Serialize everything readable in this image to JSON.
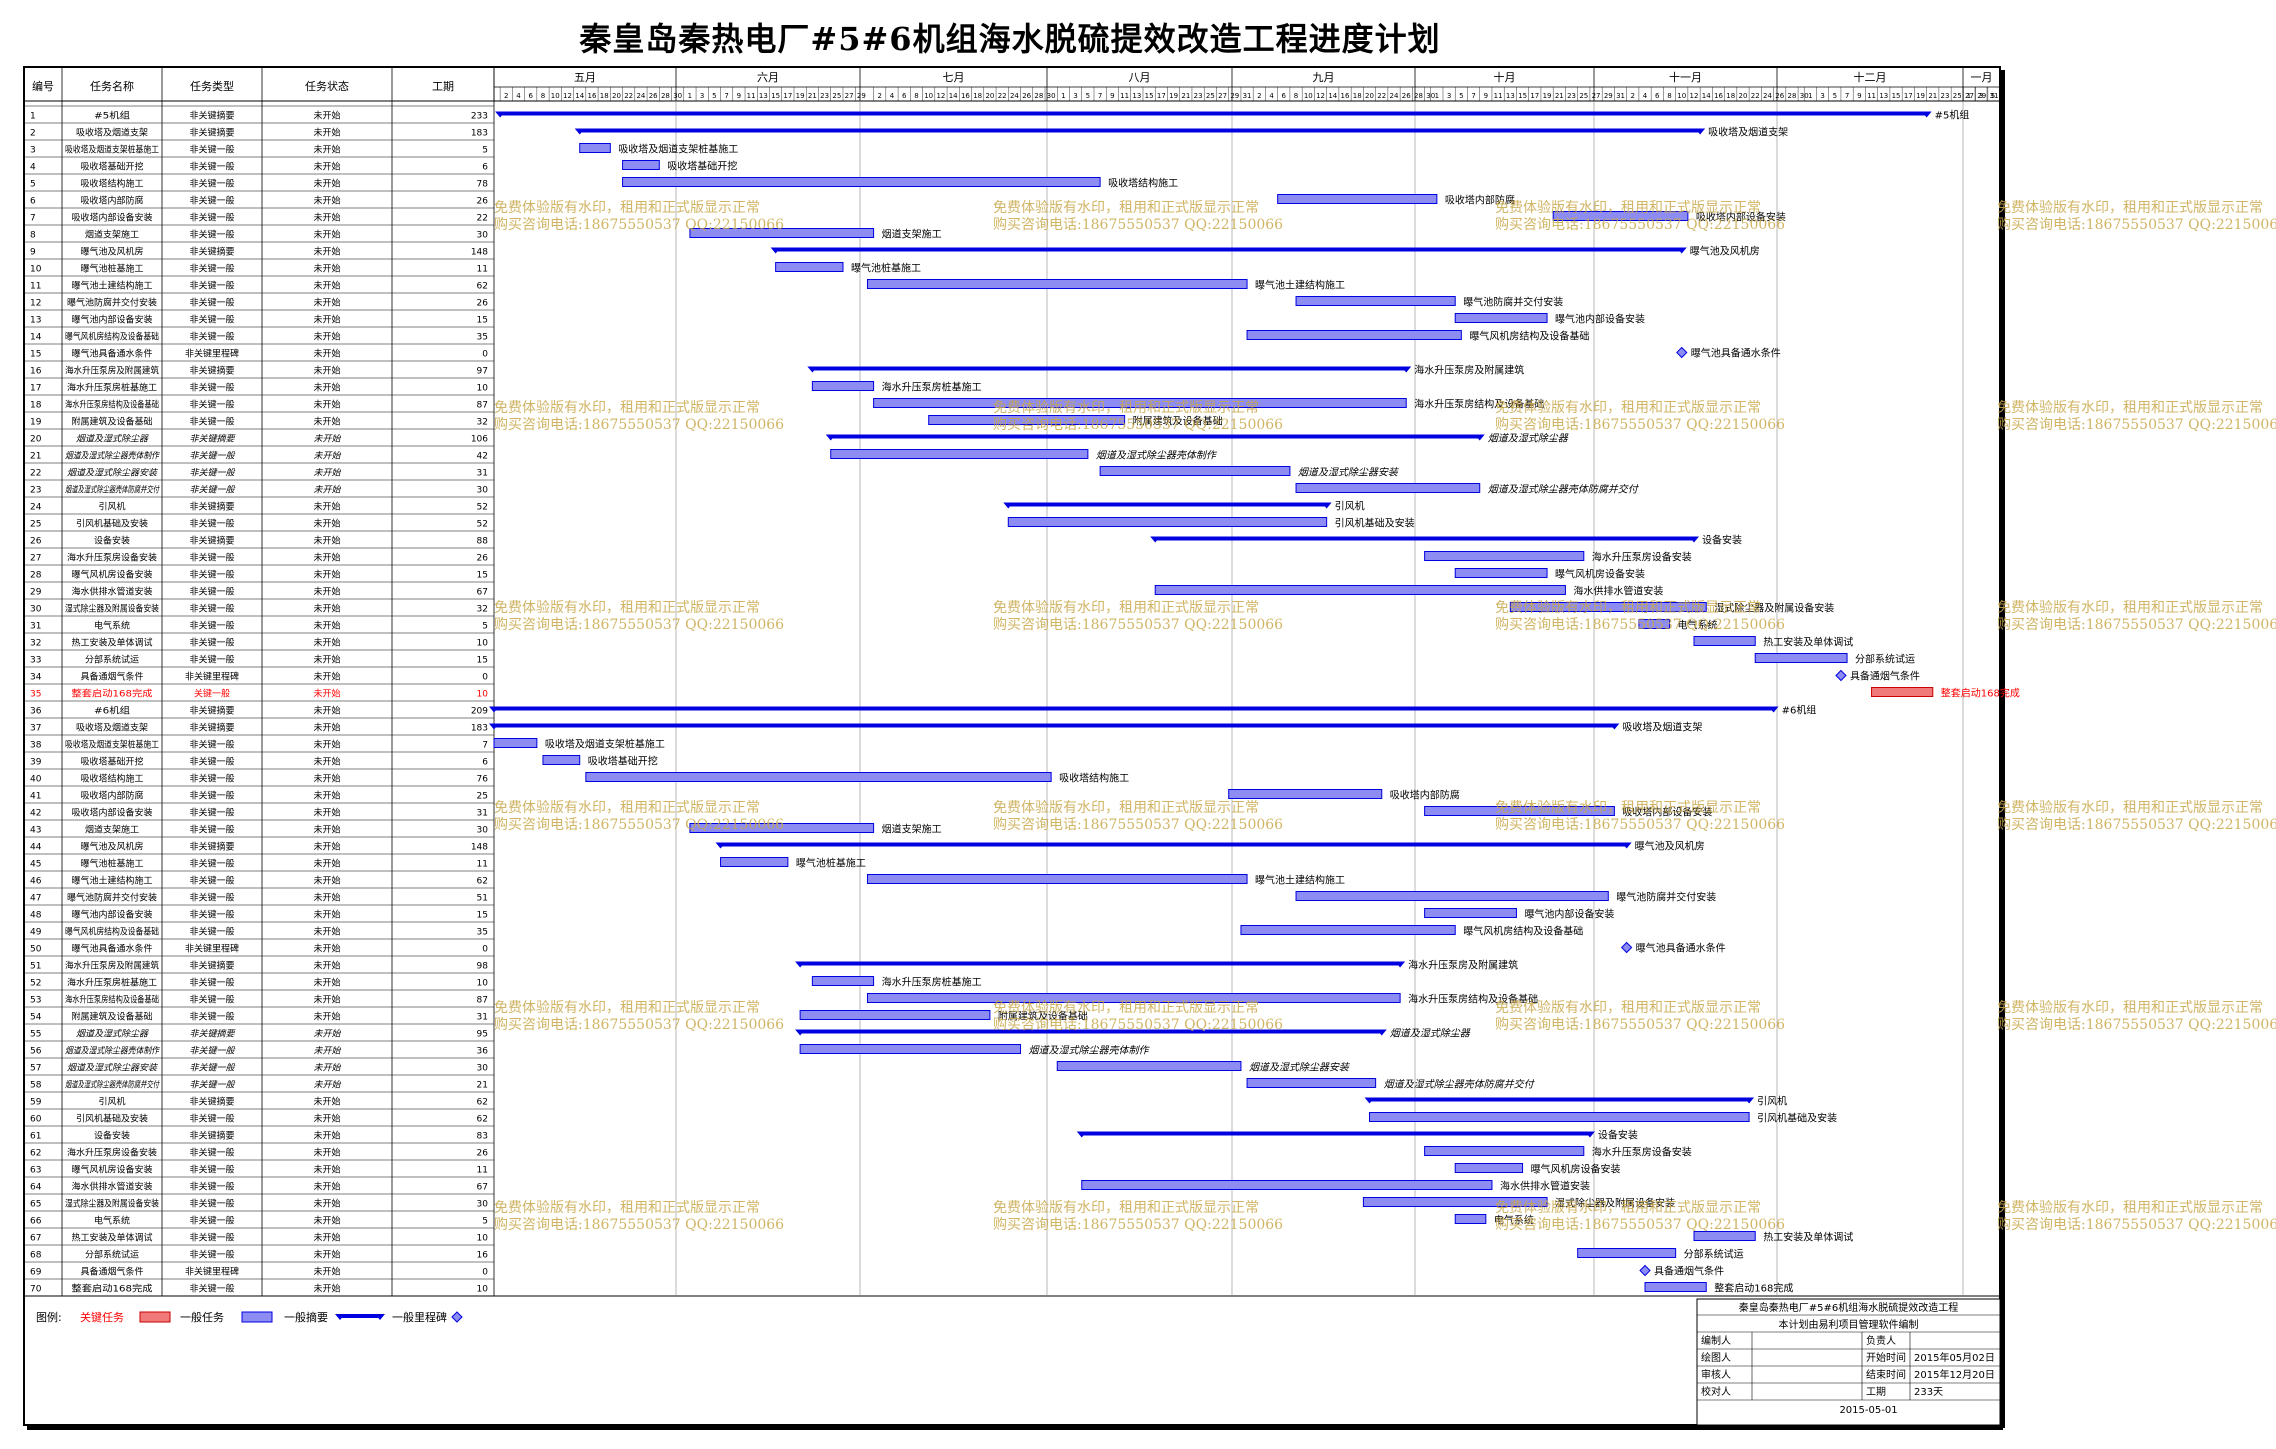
{
  "title": "秦皇岛秦热电厂#5#6机组海水脱硫提效改造工程进度计划",
  "columns": [
    "编号",
    "任务名称",
    "任务类型",
    "任务状态",
    "工期"
  ],
  "months": [
    "五月",
    "六月",
    "七月",
    "八月",
    "九月",
    "十月",
    "十一月",
    "十二月",
    "一月"
  ],
  "start_date_label": "2015-05-01",
  "legend": {
    "label": "图例:",
    "items": [
      "关键任务",
      "一般任务",
      "一般摘要",
      "一般里程碑"
    ]
  },
  "watermark": {
    "line1": "免费体验版有水印，租用和正式版显示正常",
    "line2": "购买咨询电话:18675550537 QQ:22150066"
  },
  "info_box": {
    "title": "秦皇岛秦热电厂#5#6机组海水脱硫提效改造工程",
    "subtitle": "本计划由易利项目管理软件编制",
    "rows": [
      [
        "编制人",
        "",
        "负责人",
        ""
      ],
      [
        "绘图人",
        "",
        "开始时间",
        "2015年05月02日"
      ],
      [
        "审核人",
        "",
        "结束时间",
        "2015年12月20日"
      ],
      [
        "校对人",
        "",
        "工期",
        "233天"
      ]
    ],
    "footer": "2015-05-01"
  },
  "tasks": [
    {
      "id": "1",
      "name": "#5机组",
      "type": "非关键摘要",
      "status": "未开始",
      "dur": "233",
      "kind": "summary",
      "s": 1,
      "e": 234,
      "label": "#5机组"
    },
    {
      "id": "2",
      "name": "吸收塔及烟道支架",
      "type": "非关键摘要",
      "status": "未开始",
      "dur": "183",
      "kind": "summary",
      "s": 14,
      "e": 197,
      "label": "吸收塔及烟道支架"
    },
    {
      "id": "3",
      "name": "吸收塔及烟道支架桩基施工",
      "type": "非关键一般",
      "status": "未开始",
      "dur": "5",
      "kind": "task",
      "s": 14,
      "e": 19,
      "label": "吸收塔及烟道支架桩基施工"
    },
    {
      "id": "4",
      "name": "吸收塔基础开挖",
      "type": "非关键一般",
      "status": "未开始",
      "dur": "6",
      "kind": "task",
      "s": 21,
      "e": 27,
      "label": "吸收塔基础开挖"
    },
    {
      "id": "5",
      "name": "吸收塔结构施工",
      "type": "非关键一般",
      "status": "未开始",
      "dur": "78",
      "kind": "task",
      "s": 21,
      "e": 99,
      "label": "吸收塔结构施工"
    },
    {
      "id": "6",
      "name": "吸收塔内部防腐",
      "type": "非关键一般",
      "status": "未开始",
      "dur": "26",
      "kind": "task",
      "s": 128,
      "e": 154,
      "label": "吸收塔内部防腐"
    },
    {
      "id": "7",
      "name": "吸收塔内部设备安装",
      "type": "非关键一般",
      "status": "未开始",
      "dur": "22",
      "kind": "task",
      "s": 173,
      "e": 195,
      "label": "吸收塔内部设备安装"
    },
    {
      "id": "8",
      "name": "烟道支架施工",
      "type": "非关键一般",
      "status": "未开始",
      "dur": "30",
      "kind": "task",
      "s": 32,
      "e": 62,
      "label": "烟道支架施工"
    },
    {
      "id": "9",
      "name": "曝气池及风机房",
      "type": "非关键摘要",
      "status": "未开始",
      "dur": "148",
      "kind": "summary",
      "s": 46,
      "e": 194,
      "label": "曝气池及风机房"
    },
    {
      "id": "10",
      "name": "曝气池桩基施工",
      "type": "非关键一般",
      "status": "未开始",
      "dur": "11",
      "kind": "task",
      "s": 46,
      "e": 57,
      "label": "曝气池桩基施工"
    },
    {
      "id": "11",
      "name": "曝气池土建结构施工",
      "type": "非关键一般",
      "status": "未开始",
      "dur": "62",
      "kind": "task",
      "s": 61,
      "e": 123,
      "label": "曝气池土建结构施工"
    },
    {
      "id": "12",
      "name": "曝气池防腐并交付安装",
      "type": "非关键一般",
      "status": "未开始",
      "dur": "26",
      "kind": "task",
      "s": 131,
      "e": 157,
      "label": "曝气池防腐并交付安装"
    },
    {
      "id": "13",
      "name": "曝气池内部设备安装",
      "type": "非关键一般",
      "status": "未开始",
      "dur": "15",
      "kind": "task",
      "s": 157,
      "e": 172,
      "label": "曝气池内部设备安装"
    },
    {
      "id": "14",
      "name": "曝气风机房结构及设备基础",
      "type": "非关键一般",
      "status": "未开始",
      "dur": "35",
      "kind": "task",
      "s": 123,
      "e": 158,
      "label": "曝气风机房结构及设备基础"
    },
    {
      "id": "15",
      "name": "曝气池具备通水条件",
      "type": "非关键里程碑",
      "status": "未开始",
      "dur": "0",
      "kind": "milestone",
      "s": 194,
      "e": 194,
      "label": "曝气池具备通水条件"
    },
    {
      "id": "16",
      "name": "海水升压泵房及附属建筑",
      "type": "非关键摘要",
      "status": "未开始",
      "dur": "97",
      "kind": "summary",
      "s": 52,
      "e": 149,
      "label": "海水升压泵房及附属建筑"
    },
    {
      "id": "17",
      "name": "海水升压泵房桩基施工",
      "type": "非关键一般",
      "status": "未开始",
      "dur": "10",
      "kind": "task",
      "s": 52,
      "e": 62,
      "label": "海水升压泵房桩基施工"
    },
    {
      "id": "18",
      "name": "海水升压泵房结构及设备基础",
      "type": "非关键一般",
      "status": "未开始",
      "dur": "87",
      "kind": "task",
      "s": 62,
      "e": 149,
      "label": "海水升压泵房结构及设备基础"
    },
    {
      "id": "19",
      "name": "附属建筑及设备基础",
      "type": "非关键一般",
      "status": "未开始",
      "dur": "32",
      "kind": "task",
      "s": 71,
      "e": 103,
      "label": "附属建筑及设备基础"
    },
    {
      "id": "20",
      "name": "烟道及湿式除尘器",
      "type": "非关键摘要",
      "status": "未开始",
      "dur": "106",
      "kind": "summary",
      "s": 55,
      "e": 161,
      "label": "烟道及湿式除尘器",
      "italic": true
    },
    {
      "id": "21",
      "name": "烟道及湿式除尘器壳体制作",
      "type": "非关键一般",
      "status": "未开始",
      "dur": "42",
      "kind": "task",
      "s": 55,
      "e": 97,
      "label": "烟道及湿式除尘器壳体制作",
      "italic": true
    },
    {
      "id": "22",
      "name": "烟道及湿式除尘器安装",
      "type": "非关键一般",
      "status": "未开始",
      "dur": "31",
      "kind": "task",
      "s": 99,
      "e": 130,
      "label": "烟道及湿式除尘器安装",
      "italic": true
    },
    {
      "id": "23",
      "name": "烟道及湿式除尘器壳体防腐并交付",
      "type": "非关键一般",
      "status": "未开始",
      "dur": "30",
      "kind": "task",
      "s": 131,
      "e": 161,
      "label": "烟道及湿式除尘器壳体防腐并交付",
      "italic": true
    },
    {
      "id": "24",
      "name": "引风机",
      "type": "非关键摘要",
      "status": "未开始",
      "dur": "52",
      "kind": "summary",
      "s": 84,
      "e": 136,
      "label": "引风机"
    },
    {
      "id": "25",
      "name": "引风机基础及安装",
      "type": "非关键一般",
      "status": "未开始",
      "dur": "52",
      "kind": "task",
      "s": 84,
      "e": 136,
      "label": "引风机基础及安装"
    },
    {
      "id": "26",
      "name": "设备安装",
      "type": "非关键摘要",
      "status": "未开始",
      "dur": "88",
      "kind": "summary",
      "s": 108,
      "e": 196,
      "label": "设备安装"
    },
    {
      "id": "27",
      "name": "海水升压泵房设备安装",
      "type": "非关键一般",
      "status": "未开始",
      "dur": "26",
      "kind": "task",
      "s": 152,
      "e": 178,
      "label": "海水升压泵房设备安装"
    },
    {
      "id": "28",
      "name": "曝气风机房设备安装",
      "type": "非关键一般",
      "status": "未开始",
      "dur": "15",
      "kind": "task",
      "s": 157,
      "e": 172,
      "label": "曝气风机房设备安装"
    },
    {
      "id": "29",
      "name": "海水供排水管道安装",
      "type": "非关键一般",
      "status": "未开始",
      "dur": "67",
      "kind": "task",
      "s": 108,
      "e": 175,
      "label": "海水供排水管道安装"
    },
    {
      "id": "30",
      "name": "湿式除尘器及附属设备安装",
      "type": "非关键一般",
      "status": "未开始",
      "dur": "32",
      "kind": "task",
      "s": 166,
      "e": 198,
      "label": "湿式除尘器及附属设备安装"
    },
    {
      "id": "31",
      "name": "电气系统",
      "type": "非关键一般",
      "status": "未开始",
      "dur": "5",
      "kind": "task",
      "s": 187,
      "e": 192,
      "label": "电气系统"
    },
    {
      "id": "32",
      "name": "热工安装及单体调试",
      "type": "非关键一般",
      "status": "未开始",
      "dur": "10",
      "kind": "task",
      "s": 196,
      "e": 206,
      "label": "热工安装及单体调试"
    },
    {
      "id": "33",
      "name": "分部系统试运",
      "type": "非关键一般",
      "status": "未开始",
      "dur": "15",
      "kind": "task",
      "s": 206,
      "e": 221,
      "label": "分部系统试运"
    },
    {
      "id": "34",
      "name": "具备通烟气条件",
      "type": "非关键里程碑",
      "status": "未开始",
      "dur": "0",
      "kind": "milestone",
      "s": 220,
      "e": 220,
      "label": "具备通烟气条件"
    },
    {
      "id": "35",
      "name": "整套启动168完成",
      "type": "关键一般",
      "status": "未开始",
      "dur": "10",
      "kind": "critical",
      "s": 225,
      "e": 235,
      "label": "整套启动168完成",
      "red": true
    },
    {
      "id": "36",
      "name": "#6机组",
      "type": "非关键摘要",
      "status": "未开始",
      "dur": "209",
      "kind": "summary",
      "s": 0,
      "e": 209,
      "label": "#6机组"
    },
    {
      "id": "37",
      "name": "吸收塔及烟道支架",
      "type": "非关键摘要",
      "status": "未开始",
      "dur": "183",
      "kind": "summary",
      "s": 0,
      "e": 183,
      "label": "吸收塔及烟道支架"
    },
    {
      "id": "38",
      "name": "吸收塔及烟道支架桩基施工",
      "type": "非关键一般",
      "status": "未开始",
      "dur": "7",
      "kind": "task",
      "s": 0,
      "e": 7,
      "label": "吸收塔及烟道支架桩基施工"
    },
    {
      "id": "39",
      "name": "吸收塔基础开挖",
      "type": "非关键一般",
      "status": "未开始",
      "dur": "6",
      "kind": "task",
      "s": 8,
      "e": 14,
      "label": "吸收塔基础开挖"
    },
    {
      "id": "40",
      "name": "吸收塔结构施工",
      "type": "非关键一般",
      "status": "未开始",
      "dur": "76",
      "kind": "task",
      "s": 15,
      "e": 91,
      "label": "吸收塔结构施工"
    },
    {
      "id": "41",
      "name": "吸收塔内部防腐",
      "type": "非关键一般",
      "status": "未开始",
      "dur": "25",
      "kind": "task",
      "s": 120,
      "e": 145,
      "label": "吸收塔内部防腐"
    },
    {
      "id": "42",
      "name": "吸收塔内部设备安装",
      "type": "非关键一般",
      "status": "未开始",
      "dur": "31",
      "kind": "task",
      "s": 152,
      "e": 183,
      "label": "吸收塔内部设备安装"
    },
    {
      "id": "43",
      "name": "烟道支架施工",
      "type": "非关键一般",
      "status": "未开始",
      "dur": "30",
      "kind": "task",
      "s": 32,
      "e": 62,
      "label": "烟道支架施工"
    },
    {
      "id": "44",
      "name": "曝气池及风机房",
      "type": "非关键摘要",
      "status": "未开始",
      "dur": "148",
      "kind": "summary",
      "s": 37,
      "e": 185,
      "label": "曝气池及风机房"
    },
    {
      "id": "45",
      "name": "曝气池桩基施工",
      "type": "非关键一般",
      "status": "未开始",
      "dur": "11",
      "kind": "task",
      "s": 37,
      "e": 48,
      "label": "曝气池桩基施工"
    },
    {
      "id": "46",
      "name": "曝气池土建结构施工",
      "type": "非关键一般",
      "status": "未开始",
      "dur": "62",
      "kind": "task",
      "s": 61,
      "e": 123,
      "label": "曝气池土建结构施工"
    },
    {
      "id": "47",
      "name": "曝气池防腐并交付安装",
      "type": "非关键一般",
      "status": "未开始",
      "dur": "51",
      "kind": "task",
      "s": 131,
      "e": 182,
      "label": "曝气池防腐并交付安装"
    },
    {
      "id": "48",
      "name": "曝气池内部设备安装",
      "type": "非关键一般",
      "status": "未开始",
      "dur": "15",
      "kind": "task",
      "s": 152,
      "e": 167,
      "label": "曝气池内部设备安装"
    },
    {
      "id": "49",
      "name": "曝气风机房结构及设备基础",
      "type": "非关键一般",
      "status": "未开始",
      "dur": "35",
      "kind": "task",
      "s": 122,
      "e": 157,
      "label": "曝气风机房结构及设备基础"
    },
    {
      "id": "50",
      "name": "曝气池具备通水条件",
      "type": "非关键里程碑",
      "status": "未开始",
      "dur": "0",
      "kind": "milestone",
      "s": 185,
      "e": 185,
      "label": "曝气池具备通水条件"
    },
    {
      "id": "51",
      "name": "海水升压泵房及附属建筑",
      "type": "非关键摘要",
      "status": "未开始",
      "dur": "98",
      "kind": "summary",
      "s": 50,
      "e": 148,
      "label": "海水升压泵房及附属建筑"
    },
    {
      "id": "52",
      "name": "海水升压泵房桩基施工",
      "type": "非关键一般",
      "status": "未开始",
      "dur": "10",
      "kind": "task",
      "s": 52,
      "e": 62,
      "label": "海水升压泵房桩基施工"
    },
    {
      "id": "53",
      "name": "海水升压泵房结构及设备基础",
      "type": "非关键一般",
      "status": "未开始",
      "dur": "87",
      "kind": "task",
      "s": 61,
      "e": 148,
      "label": "海水升压泵房结构及设备基础"
    },
    {
      "id": "54",
      "name": "附属建筑及设备基础",
      "type": "非关键一般",
      "status": "未开始",
      "dur": "31",
      "kind": "task",
      "s": 50,
      "e": 81,
      "label": "附属建筑及设备基础"
    },
    {
      "id": "55",
      "name": "烟道及湿式除尘器",
      "type": "非关键摘要",
      "status": "未开始",
      "dur": "95",
      "kind": "summary",
      "s": 50,
      "e": 145,
      "label": "烟道及湿式除尘器",
      "italic": true
    },
    {
      "id": "56",
      "name": "烟道及湿式除尘器壳体制作",
      "type": "非关键一般",
      "status": "未开始",
      "dur": "36",
      "kind": "task",
      "s": 50,
      "e": 86,
      "label": "烟道及湿式除尘器壳体制作",
      "italic": true
    },
    {
      "id": "57",
      "name": "烟道及湿式除尘器安装",
      "type": "非关键一般",
      "status": "未开始",
      "dur": "30",
      "kind": "task",
      "s": 92,
      "e": 122,
      "label": "烟道及湿式除尘器安装",
      "italic": true
    },
    {
      "id": "58",
      "name": "烟道及湿式除尘器壳体防腐并交付",
      "type": "非关键一般",
      "status": "未开始",
      "dur": "21",
      "kind": "task",
      "s": 123,
      "e": 144,
      "label": "烟道及湿式除尘器壳体防腐并交付",
      "italic": true
    },
    {
      "id": "59",
      "name": "引风机",
      "type": "非关键摘要",
      "status": "未开始",
      "dur": "62",
      "kind": "summary",
      "s": 143,
      "e": 205,
      "label": "引风机"
    },
    {
      "id": "60",
      "name": "引风机基础及安装",
      "type": "非关键一般",
      "status": "未开始",
      "dur": "62",
      "kind": "task",
      "s": 143,
      "e": 205,
      "label": "引风机基础及安装"
    },
    {
      "id": "61",
      "name": "设备安装",
      "type": "非关键摘要",
      "status": "未开始",
      "dur": "83",
      "kind": "summary",
      "s": 96,
      "e": 179,
      "label": "设备安装"
    },
    {
      "id": "62",
      "name": "海水升压泵房设备安装",
      "type": "非关键一般",
      "status": "未开始",
      "dur": "26",
      "kind": "task",
      "s": 152,
      "e": 178,
      "label": "海水升压泵房设备安装"
    },
    {
      "id": "63",
      "name": "曝气风机房设备安装",
      "type": "非关键一般",
      "status": "未开始",
      "dur": "11",
      "kind": "task",
      "s": 157,
      "e": 168,
      "label": "曝气风机房设备安装"
    },
    {
      "id": "64",
      "name": "海水供排水管道安装",
      "type": "非关键一般",
      "status": "未开始",
      "dur": "67",
      "kind": "task",
      "s": 96,
      "e": 163,
      "label": "海水供排水管道安装"
    },
    {
      "id": "65",
      "name": "湿式除尘器及附属设备安装",
      "type": "非关键一般",
      "status": "未开始",
      "dur": "30",
      "kind": "task",
      "s": 142,
      "e": 172,
      "label": "湿式除尘器及附属设备安装"
    },
    {
      "id": "66",
      "name": "电气系统",
      "type": "非关键一般",
      "status": "未开始",
      "dur": "5",
      "kind": "task",
      "s": 157,
      "e": 162,
      "label": "电气系统"
    },
    {
      "id": "67",
      "name": "热工安装及单体调试",
      "type": "非关键一般",
      "status": "未开始",
      "dur": "10",
      "kind": "task",
      "s": 196,
      "e": 206,
      "label": "热工安装及单体调试"
    },
    {
      "id": "68",
      "name": "分部系统试运",
      "type": "非关键一般",
      "status": "未开始",
      "dur": "16",
      "kind": "task",
      "s": 177,
      "e": 193,
      "label": "分部系统试运"
    },
    {
      "id": "69",
      "name": "具备通烟气条件",
      "type": "非关键里程碑",
      "status": "未开始",
      "dur": "0",
      "kind": "milestone",
      "s": 188,
      "e": 188,
      "label": "具备通烟气条件"
    },
    {
      "id": "70",
      "name": "整套启动168完成",
      "type": "非关键一般",
      "status": "未开始",
      "dur": "10",
      "kind": "task",
      "s": 188,
      "e": 198,
      "label": "整套启动168完成"
    }
  ]
}
